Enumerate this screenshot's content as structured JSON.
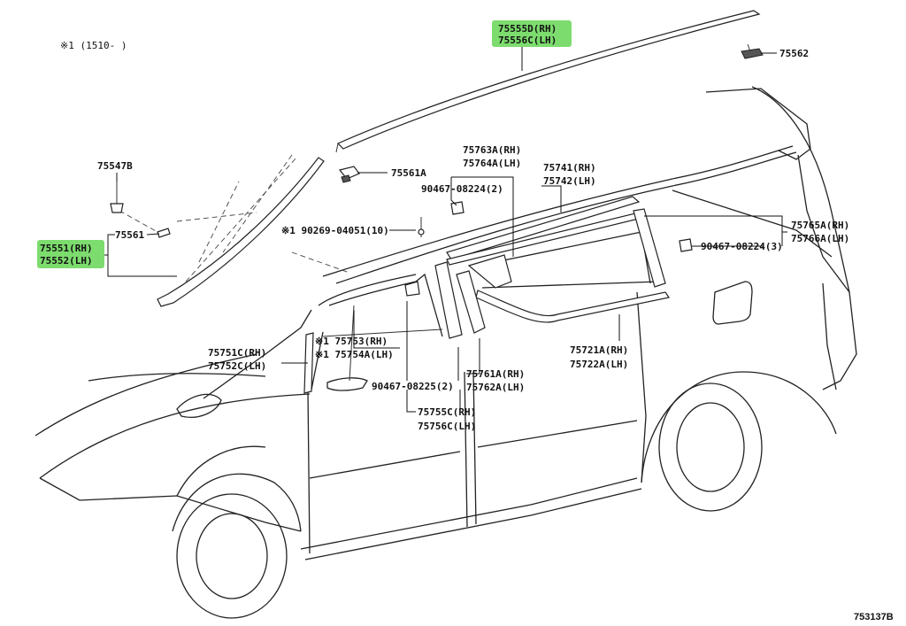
{
  "note": "※1 (1510-    )",
  "diagram_id": "753137B",
  "highlight_color": "#7ddc6e",
  "labels": {
    "p75555D": "75555D(RH)",
    "p75556C": "75556C(LH)",
    "p75562": "75562",
    "p75547B": "75547B",
    "p75561A": "75561A",
    "p75551": "75551(RH)",
    "p75552": "75552(LH)",
    "p75561": "75561",
    "p75763A": "75763A(RH)",
    "p75764A": "75764A(LH)",
    "p75741": "75741(RH)",
    "p75742": "75742(LH)",
    "p90467_08224_2": "90467-08224(2)",
    "p90269": "※1 90269-04051(10)",
    "p75765A": "75765A(RH)",
    "p75766A": "75766A(LH)",
    "p90467_08224_3": "90467-08224(3)",
    "p75751C": "75751C(RH)",
    "p75752C": "75752C(LH)",
    "p75753": "※1 75753(RH)",
    "p75754A": "※1 75754A(LH)",
    "p90467_08225": "90467-08225(2)",
    "p75761A": "75761A(RH)",
    "p75762A": "75762A(LH)",
    "p75721A": "75721A(RH)",
    "p75722A": "75722A(LH)",
    "p75755C": "75755C(RH)",
    "p75756C": "75756C(LH)"
  }
}
